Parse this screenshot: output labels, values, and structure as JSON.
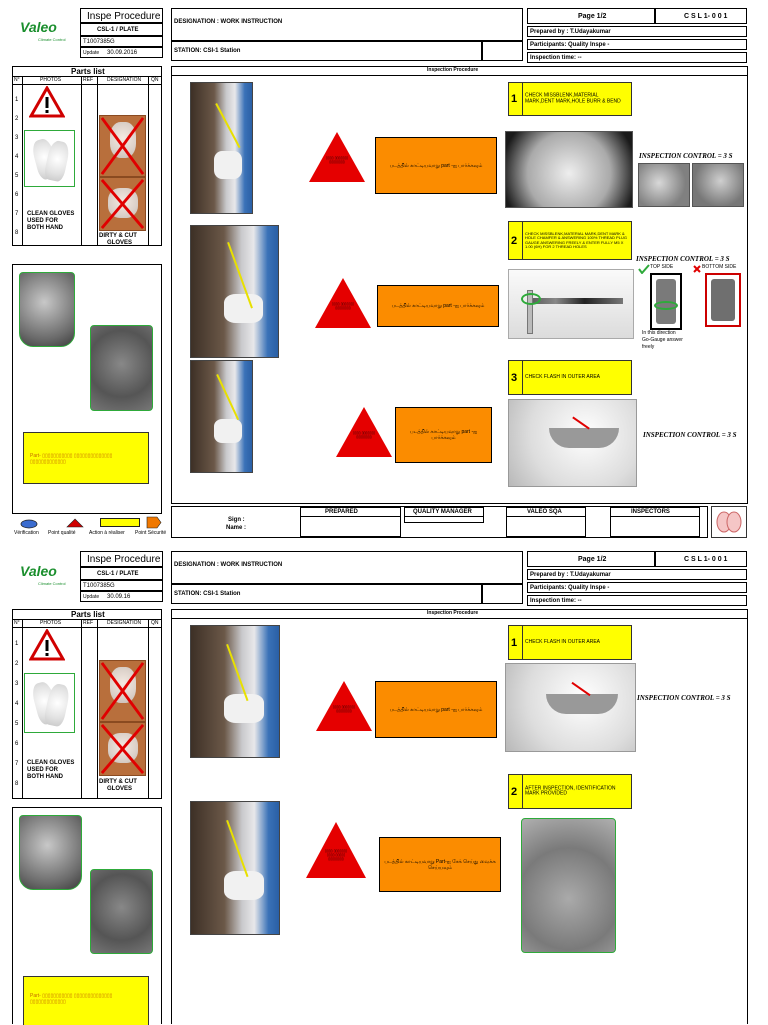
{
  "header": {
    "logo": "Valeo",
    "logo_sub": "Climate Control",
    "title": "Inspe Procedure",
    "part_name": "CSL-1 / PLATE",
    "part_no": "T1007385G",
    "update_label": "Update",
    "designation": "DESIGNATION :  WORK INSTRUCTION",
    "station": "STATION:  CSI-1 Station",
    "doc_code": "C S L 1- 0 0 1",
    "prepared_by": "Prepared by : T.Udayakumar",
    "participants": "Participants: Quality Inspe -",
    "inspection_time": "Inspection time: --"
  },
  "parts_list": {
    "title": "Parts list",
    "col_no": "N°",
    "col_photos": "PHOTOS",
    "col_ref": "REF",
    "col_designation": "DESIGNATION",
    "col_qty": "QN",
    "rows": [
      "1",
      "2",
      "3",
      "4",
      "5",
      "6",
      "7",
      "8"
    ],
    "clean_gloves": [
      "CLEAN GLOVES",
      "USED FOR",
      "BOTH HAND"
    ],
    "dirty_gloves": [
      "DIRTY & CUT",
      "GLOVES"
    ]
  },
  "part_note": "Part- ▯▯▯▯▯▯▯▯▯▯▯ ▯▯▯▯▯▯▯▯▯▯▯▯▯▯ ▯▯▯▯▯▯▯▯▯▯▯▯▯",
  "proc_title": "Inspection Procedure",
  "legend": {
    "verification": "Vérification",
    "quality": "Point qualité",
    "action": "Action à réaliser",
    "security": "Point Sécurité"
  },
  "footer": {
    "sign": "Sign :",
    "name": "Name :",
    "prepared": "PREPARED",
    "quality_manager": "QUALITY MANAGER",
    "valeo_sqa": "VALEO SQA",
    "inspectors": "INSPECTORS"
  },
  "pages": [
    {
      "page": "Page 1/2",
      "update_date": "30.09.2016",
      "steps": [
        {
          "num": "1",
          "text": "CHECK MISSBLENK,MATERIAL MARK,DENT MARK,HOLE BURR & BEND",
          "tamil": "படத்தில் காட்டியவாறு part -ஐ பார்க்கவும்",
          "tri": "▯▯▯▯ ▯▯▯▯▯▯▯ ▯▯▯▯▯▯▯▯",
          "control": "INSPECTION CONTROL  = 3 S"
        },
        {
          "num": "2",
          "text": "CHECK MISSBLENK,MATERIAL MARK,DENT MARK & HOLE CHAMFER & ANSWERING 100% THREAD PLUG GAUGE ANSWERING FREELY & ENTER FULLY M5 X 1.00 (6H) FOR 2 THREAD HOLES",
          "tamil": "படத்தில் காட்டியவாறு part -ஐ பார்க்கவும்",
          "tri": "▯▯▯▯ ▯▯▯▯▯▯▯ ▯▯▯▯▯▯▯▯",
          "control": "INSPECTION CONTROL  = 3 S",
          "top_side": "TOP SIDE",
          "bottom_side": "BOTTOM SIDE",
          "note": [
            "In this direction",
            "Go-Gauge answer",
            "freely"
          ]
        },
        {
          "num": "3",
          "text": "CHECK FLASH IN OUTER  AREA",
          "tamil": "படத்தில் காட்டியவாறு part -ஐ பார்க்கவும்",
          "tri": "▯▯▯▯ ▯▯▯▯▯▯▯ ▯▯▯▯▯▯▯▯",
          "control": "INSPECTION CONTROL  = 3 S"
        }
      ]
    },
    {
      "page": "Page 1/2",
      "update_date": "30.09.16",
      "steps": [
        {
          "num": "1",
          "text": "CHECK FLASH IN OUTER  AREA",
          "tamil": "படத்தில் காட்டியவாறு part -ஐ பார்க்கவும்",
          "tri": "▯▯▯▯ ▯▯▯▯▯▯▯ ▯▯▯▯▯▯▯▯",
          "control": "INSPECTION CONTROL  = 3 S"
        },
        {
          "num": "2",
          "text": "AFTER INSPECTION, IDENTIFICATION MARK PROVIDED",
          "tamil": "படத்தில் காட்டியவாறு  Part-ஐ சேக் செய்து வைக்க செய்யவும்",
          "tri": "▯▯▯▯ ▯▯▯▯▯▯▯ ▯▯▯▯ ▯▯▯▯▯ ▯▯▯▯▯▯▯▯"
        }
      ]
    }
  ],
  "colors": {
    "orange": "#fb8c00",
    "yellow": "#ffff00",
    "red": "#e50000",
    "green": "#2eaa3a",
    "blue": "#2a5fa5"
  },
  "icons": [
    "warning-icon",
    "check-icon",
    "cross-icon",
    "ellipse-icon",
    "triangle-icon",
    "rectangle-icon",
    "pentagon-icon",
    "hands-icon"
  ]
}
